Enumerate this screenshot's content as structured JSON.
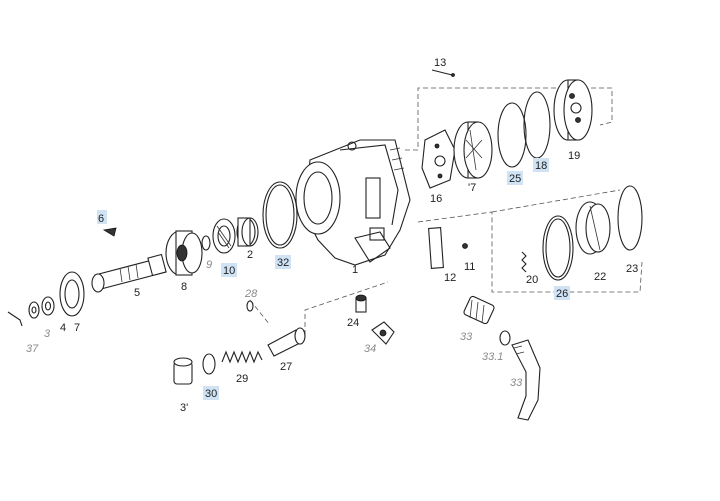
{
  "labels": {
    "l1": "1",
    "l2": "2",
    "l4": "4",
    "l5": "5",
    "l6": "6",
    "l7a": "7",
    "l7b": "'7",
    "l8": "8",
    "l9": "9",
    "l10": "10",
    "l11": "11",
    "l12": "12",
    "l13": "13",
    "l16": "16",
    "l18": "18",
    "l19": "19",
    "l20": "20",
    "l22": "22",
    "l23": "23",
    "l24": "24",
    "l25": "25",
    "l26": "26",
    "l27": "27",
    "l28": "28",
    "l29": "29",
    "l30": "30",
    "l31": "3'",
    "l32": "32",
    "l33a": "33",
    "l33b": "33",
    "l331": "33.1",
    "l34": "34",
    "l37": "37",
    "l3": "3"
  },
  "highlight_color": "#cfe3f5"
}
